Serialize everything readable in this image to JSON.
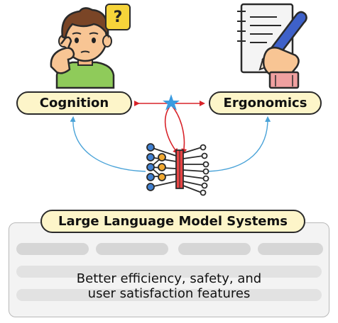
{
  "labels": {
    "cognition": "Cognition",
    "ergonomics": "Ergonomics",
    "llm_systems": "Large Language Model Systems",
    "question_mark": "?"
  },
  "features_text": {
    "line1": "Better efficiency, safety, and",
    "line2": "user satisfaction features"
  },
  "icons": {
    "thinker": "person-thinking-icon",
    "writing": "hand-writing-icon",
    "network": "neural-network-chip-icon",
    "star": "star-icon"
  },
  "colors": {
    "pill_fill": "#fdf5c9",
    "red_arrow": "#d8232a",
    "blue_arrow": "#4aa3d8",
    "star": "#3a9be0",
    "panel_fill": "#f3f3f3"
  }
}
